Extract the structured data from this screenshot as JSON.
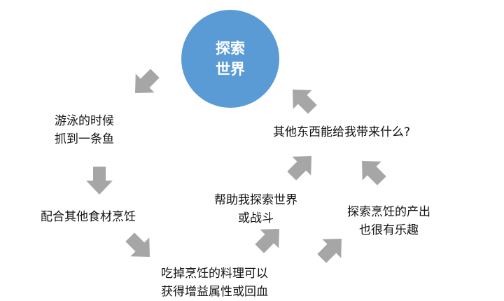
{
  "center": {
    "line1": "探索",
    "line2": "世界"
  },
  "steps": {
    "swim": {
      "line1": "游泳的时候",
      "line2": "抓到一条鱼"
    },
    "cook": {
      "line1": "配合其他食材烹饪"
    },
    "eat": {
      "line1": "吃掉烹饪的料理可以",
      "line2": "获得增益属性或回血"
    },
    "help": {
      "line1": "帮助我探索世界",
      "line2": "或战斗"
    },
    "fun": {
      "line1": "探索烹饪的产出",
      "line2": "也很有乐趣"
    },
    "other": {
      "line1": "其他东西能给我带来什么?"
    }
  },
  "colors": {
    "circle": "#5b9bd5",
    "arrow": "#a6a6a6",
    "text": "#111111"
  }
}
